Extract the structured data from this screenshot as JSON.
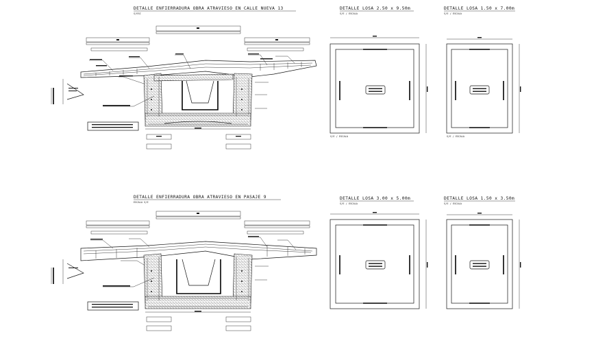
{
  "drawing": {
    "details": [
      {
        "title": "DETALLE ENFIERRADURA OBRA ATRAVIESO EN CALLE NUEVA 13",
        "subtitle": "S/ESC"
      },
      {
        "title": "DETALLE ENFIERRADURA OBRA ATRAVIESO EN PASAJE 9",
        "subtitle": "ESCALA S/E"
      }
    ],
    "slabs": [
      {
        "title": "DETALLE LOSA 2.50 x 9.50m",
        "subtitle": "S/E / ESCALA"
      },
      {
        "title": "DETALLE LOSA 1.50 x 7.00m",
        "subtitle": "S/E / ESCALA"
      },
      {
        "title": "DETALLE LOSA 3.00 x 5.00m",
        "subtitle": "S/E / ESCALA"
      },
      {
        "title": "DETALLE LOSA 1.50 x 3.50m",
        "subtitle": "S/E / ESCALA"
      }
    ]
  },
  "colors": {
    "ink": "#111111",
    "background": "#ffffff"
  }
}
